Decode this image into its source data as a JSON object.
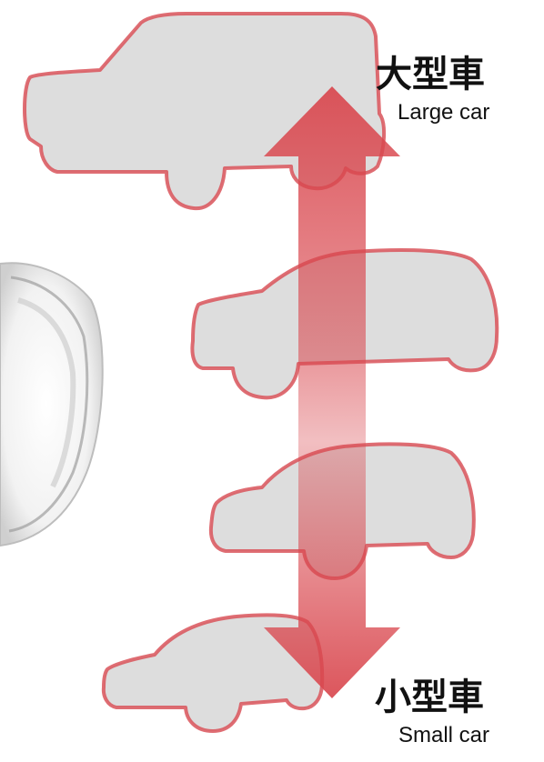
{
  "labels": {
    "large_jp": "大型車",
    "large_en": "Large car",
    "small_jp": "小型車",
    "small_en": "Small car"
  },
  "colors": {
    "car_fill": "#d9d9d9",
    "car_outline": "#d9535a",
    "arrow": "#d9474e",
    "text": "#111111"
  },
  "icons": {
    "cars": [
      "suv-car-icon",
      "crossover-car-icon",
      "hatchback-car-icon",
      "compact-car-icon"
    ],
    "arrow": "double-headed-arrow-icon",
    "partial": "headlamp-icon"
  }
}
